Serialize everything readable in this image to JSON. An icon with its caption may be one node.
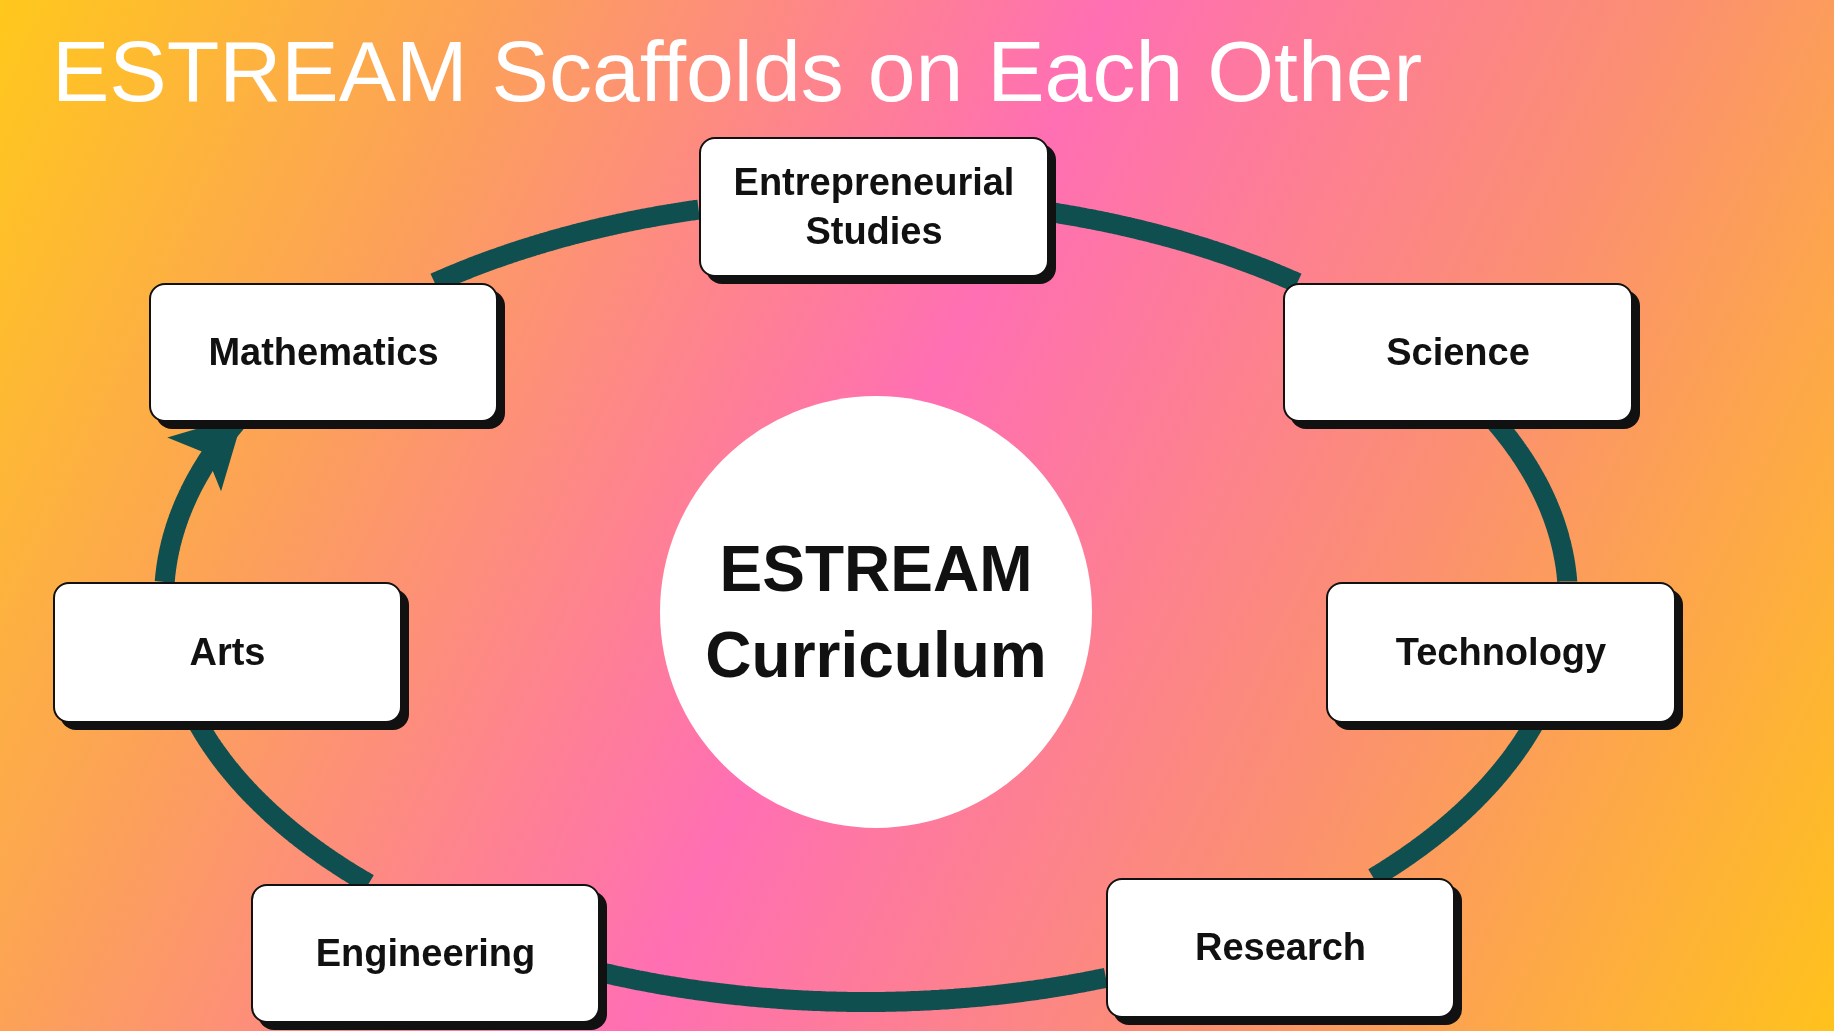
{
  "diagram": {
    "title": "ESTREAM Scaffolds on Each Other",
    "nodes": [
      {
        "text": [
          "Entrepreneurial Studies"
        ]
      },
      {
        "text": [
          "Science"
        ]
      },
      {
        "text": [
          "Technology"
        ]
      },
      {
        "text": [
          "Research"
        ]
      },
      {
        "text": [
          "Engineering"
        ]
      },
      {
        "text": [
          "Arts"
        ]
      },
      {
        "text": [
          "Mathematics"
        ]
      },
      {
        "text": [
          "ESTREAM Curriculum"
        ]
      }
    ],
    "edges": [
      {
        "from": 0,
        "to": 1,
        "arrow": "none"
      },
      {
        "from": 1,
        "to": 2,
        "arrow": "none"
      },
      {
        "from": 2,
        "to": 3,
        "arrow": "none"
      },
      {
        "from": 3,
        "to": 4,
        "arrow": "none"
      },
      {
        "from": 4,
        "to": 5,
        "arrow": "none"
      },
      {
        "from": 5,
        "to": 6,
        "arrow": "to"
      },
      {
        "from": 6,
        "to": 0,
        "arrow": "none"
      }
    ]
  }
}
